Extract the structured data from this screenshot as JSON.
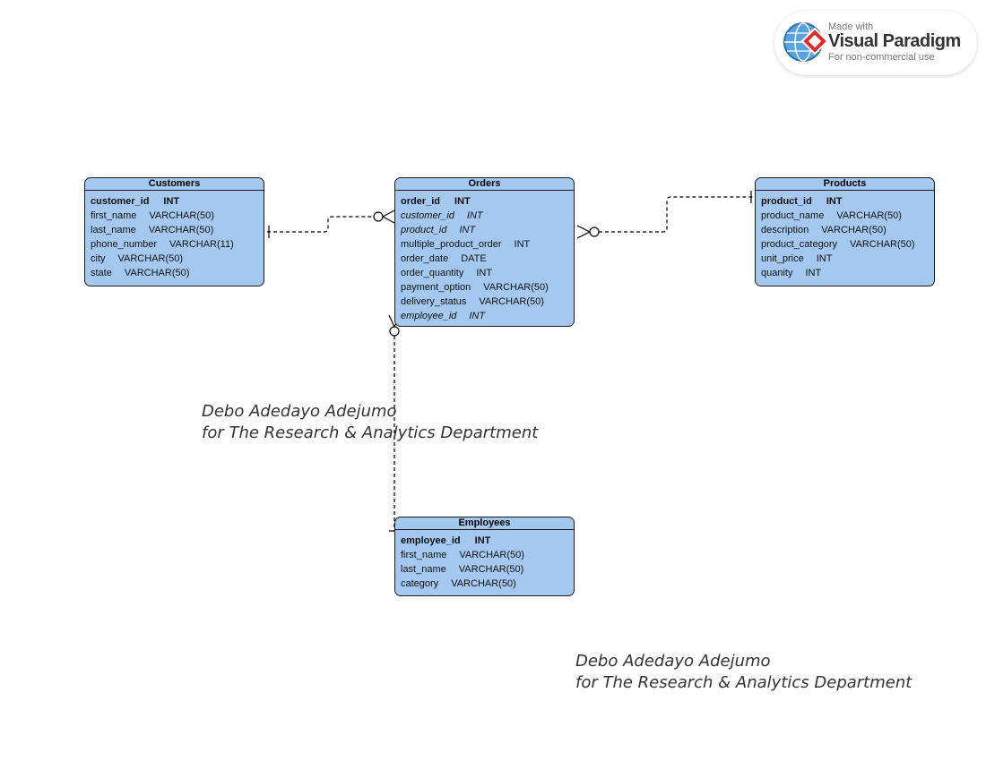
{
  "badge": {
    "line1": "Made with",
    "line2": "Visual Paradigm",
    "line3": "For non-commercial use"
  },
  "entities": {
    "customers": {
      "title": "Customers",
      "columns": [
        {
          "name": "customer_id",
          "type": "INT"
        },
        {
          "name": "first_name",
          "type": "VARCHAR(50)"
        },
        {
          "name": "last_name",
          "type": "VARCHAR(50)"
        },
        {
          "name": "phone_number",
          "type": "VARCHAR(11)"
        },
        {
          "name": "city",
          "type": "VARCHAR(50)"
        },
        {
          "name": "state",
          "type": "VARCHAR(50)"
        }
      ]
    },
    "orders": {
      "title": "Orders",
      "columns": [
        {
          "name": "order_id",
          "type": "INT"
        },
        {
          "name": "customer_id",
          "type": "INT"
        },
        {
          "name": "product_id",
          "type": "INT"
        },
        {
          "name": "multiple_product_order",
          "type": "INT"
        },
        {
          "name": "order_date",
          "type": "DATE"
        },
        {
          "name": "order_quantity",
          "type": "INT"
        },
        {
          "name": "payment_option",
          "type": "VARCHAR(50)"
        },
        {
          "name": "delivery_status",
          "type": "VARCHAR(50)"
        },
        {
          "name": "employee_id",
          "type": "INT"
        }
      ]
    },
    "products": {
      "title": "Products",
      "columns": [
        {
          "name": "product_id",
          "type": "INT"
        },
        {
          "name": "product_name",
          "type": "VARCHAR(50)"
        },
        {
          "name": "description",
          "type": "VARCHAR(50)"
        },
        {
          "name": "product_category",
          "type": "VARCHAR(50)"
        },
        {
          "name": "unit_price",
          "type": "INT"
        },
        {
          "name": "quanity",
          "type": "INT"
        }
      ]
    },
    "employees": {
      "title": "Employees",
      "columns": [
        {
          "name": "employee_id",
          "type": "INT"
        },
        {
          "name": "first_name",
          "type": "VARCHAR(50)"
        },
        {
          "name": "last_name",
          "type": "VARCHAR(50)"
        },
        {
          "name": "category",
          "type": "VARCHAR(50)"
        }
      ]
    }
  },
  "notes": {
    "note1": {
      "line1": "Debo Adedayo Adejumo",
      "line2": "for The Research & Analytics Department"
    },
    "note2": {
      "line1": "Debo Adedayo Adejumo",
      "line2": "for The Research & Analytics Department"
    }
  },
  "colors": {
    "entity_fill": "#a4c8f0",
    "border": "#1a1a1a",
    "badge_red": "#d9302c",
    "badge_blue": "#3b8fd4"
  }
}
